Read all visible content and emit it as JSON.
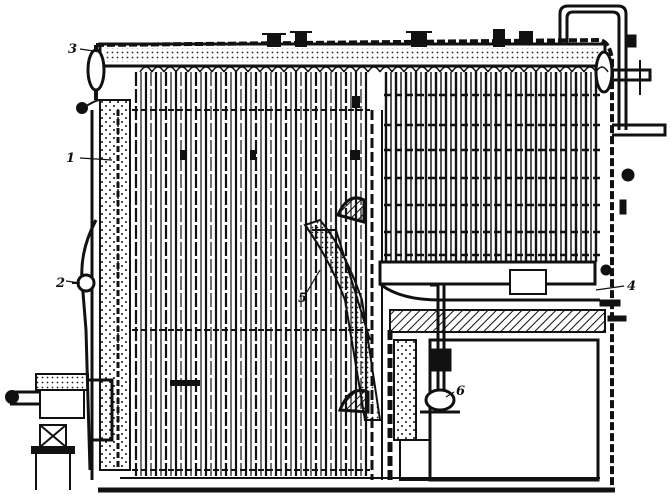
{
  "figure": {
    "callouts": [
      {
        "id": "1",
        "text": "1"
      },
      {
        "id": "2",
        "text": "2"
      },
      {
        "id": "3",
        "text": "3"
      },
      {
        "id": "4",
        "text": "4"
      },
      {
        "id": "5",
        "text": "5"
      },
      {
        "id": "6",
        "text": "6"
      }
    ],
    "ink_color": "#111111",
    "paper_color": "#ffffff"
  }
}
